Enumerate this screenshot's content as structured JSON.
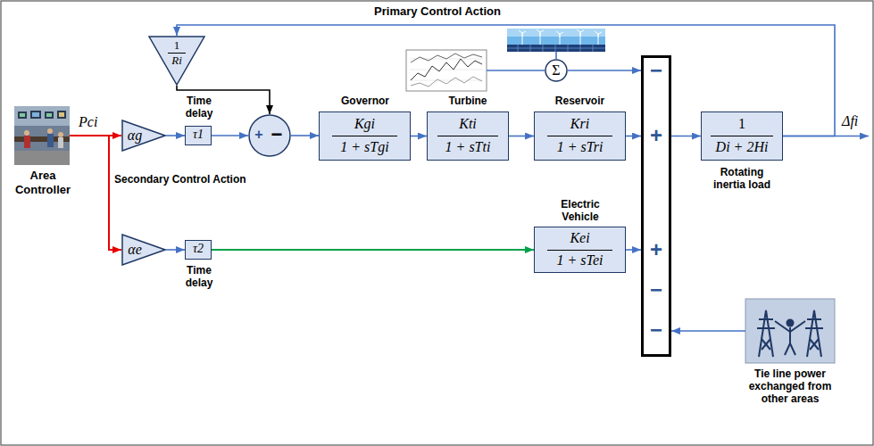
{
  "diagram": {
    "nodes": [
      {
        "text": [
          "1",
          "Ri"
        ]
      },
      {
        "text": [
          "Σ"
        ]
      },
      {
        "text": [
          "Area Controller"
        ]
      },
      {
        "text": [
          "αg"
        ]
      },
      {
        "text": [
          "Time delay",
          "τ1"
        ]
      },
      {
        "text": [
          "+",
          "−"
        ]
      },
      {
        "text": [
          "Governor",
          "Kgi",
          "1 + sTgi"
        ]
      },
      {
        "text": [
          "Turbine",
          "Kti",
          "1 + sTti"
        ]
      },
      {
        "text": [
          "Reservoir",
          "Kri",
          "1 + sTri"
        ]
      },
      {
        "text": [
          "−",
          "+",
          "+",
          "−",
          "−"
        ]
      },
      {
        "text": [
          "1",
          "Di + 2Hi",
          "Rotating inertia load"
        ]
      },
      {
        "text": [
          "Electric Vehicle",
          "Kei",
          "1 + sTei"
        ]
      },
      {
        "text": [
          "αe"
        ]
      },
      {
        "text": [
          "τ2",
          "Time delay"
        ]
      },
      {
        "text": [
          "Tie line power exchanged from other areas"
        ]
      }
    ],
    "edges": [
      {
        "from": 2,
        "to": 3,
        "arrow": "to"
      },
      {
        "from": 2,
        "to": 12,
        "arrow": "to"
      },
      {
        "from": 3,
        "to": 4,
        "arrow": "to"
      },
      {
        "from": 4,
        "to": 5,
        "arrow": "to"
      },
      {
        "from": 0,
        "to": 5,
        "arrow": "to"
      },
      {
        "from": 5,
        "to": 6,
        "arrow": "to"
      },
      {
        "from": 6,
        "to": 7,
        "arrow": "to"
      },
      {
        "from": 7,
        "to": 8,
        "arrow": "to"
      },
      {
        "from": 8,
        "to": 9,
        "arrow": "to"
      },
      {
        "from": 1,
        "to": 9,
        "arrow": "to"
      },
      {
        "from": 9,
        "to": 10,
        "arrow": "to"
      },
      {
        "from": 10,
        "to": 0,
        "label": "Primary Control Action",
        "arrow": "to"
      },
      {
        "from": 12,
        "to": 13,
        "arrow": "to"
      },
      {
        "from": 13,
        "to": 11,
        "arrow": "to"
      },
      {
        "from": 11,
        "to": 9,
        "arrow": "to"
      },
      {
        "from": 14,
        "to": 9,
        "arrow": "to"
      }
    ],
    "labels": [
      "Pci",
      "Secondary Control Action",
      "Δfi"
    ]
  }
}
